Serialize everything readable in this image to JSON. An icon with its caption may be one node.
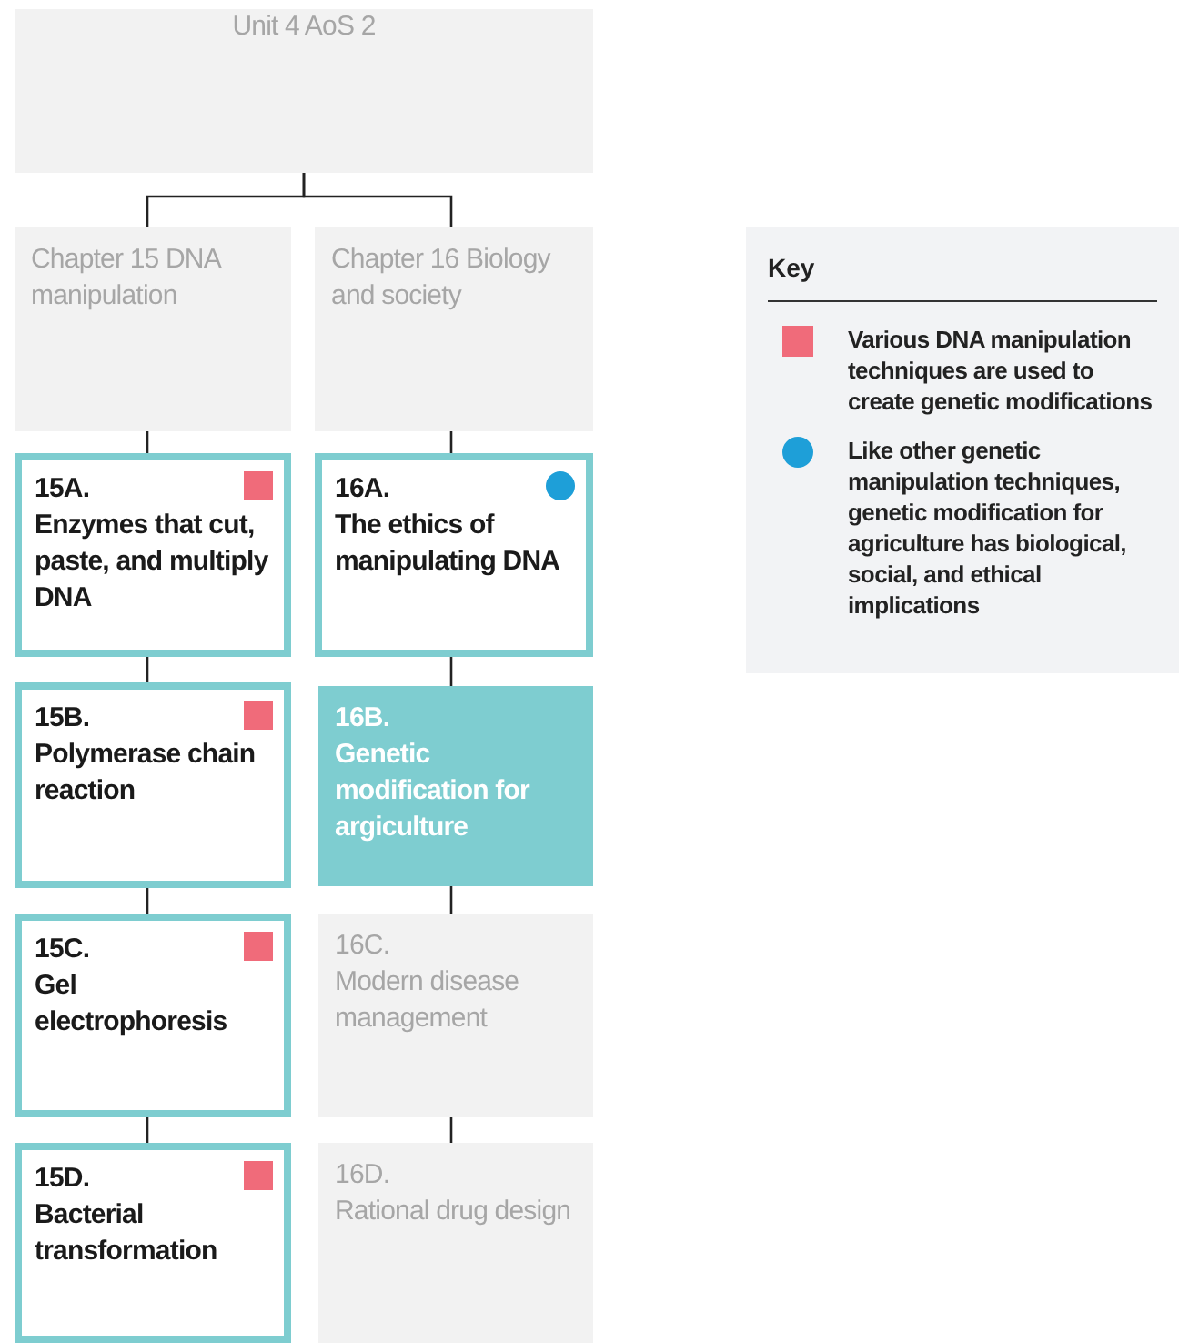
{
  "diagram": {
    "nodes": [
      {
        "text": [
          "Unit 4 AoS 2"
        ]
      },
      {
        "text": [
          "Chapter 15 DNA manipulation"
        ]
      },
      {
        "text": [
          "Chapter 16 Biology and society"
        ]
      },
      {
        "text": [
          "15A.",
          "Enzymes that cut, paste, and multiply DNA"
        ]
      },
      {
        "text": [
          "16A.",
          "The ethics of manipulating DNA"
        ]
      },
      {
        "text": [
          "15B.",
          "Polymerase chain reaction"
        ]
      },
      {
        "text": [
          "16B.",
          "Genetic modification for argiculture"
        ]
      },
      {
        "text": [
          "15C.",
          "Gel electrophoresis"
        ]
      },
      {
        "text": [
          "16C.",
          "Modern disease management"
        ]
      },
      {
        "text": [
          "15D.",
          "Bacterial transformation"
        ]
      },
      {
        "text": [
          "16D.",
          "Rational drug design"
        ]
      }
    ],
    "edges": [
      {
        "from": 0,
        "to": 1,
        "arrow": "none"
      },
      {
        "from": 0,
        "to": 2,
        "arrow": "none"
      },
      {
        "from": 1,
        "to": 3,
        "arrow": "none"
      },
      {
        "from": 3,
        "to": 5,
        "arrow": "none"
      },
      {
        "from": 5,
        "to": 7,
        "arrow": "none"
      },
      {
        "from": 7,
        "to": 9,
        "arrow": "none"
      },
      {
        "from": 2,
        "to": 4,
        "arrow": "none"
      },
      {
        "from": 4,
        "to": 6,
        "arrow": "none"
      },
      {
        "from": 6,
        "to": 8,
        "arrow": "none"
      },
      {
        "from": 8,
        "to": 10,
        "arrow": "none"
      }
    ],
    "labels": [
      "Key"
    ],
    "legend": [
      {
        "text": "Various DNA manipulation techniques are used to create genetic modifications",
        "color": "#f06b7a"
      },
      {
        "text": "Like other genetic manipulation techniques, genetic modification for agriculture has biological, social, and ethical implications",
        "color": "#1e9fd8"
      }
    ]
  }
}
